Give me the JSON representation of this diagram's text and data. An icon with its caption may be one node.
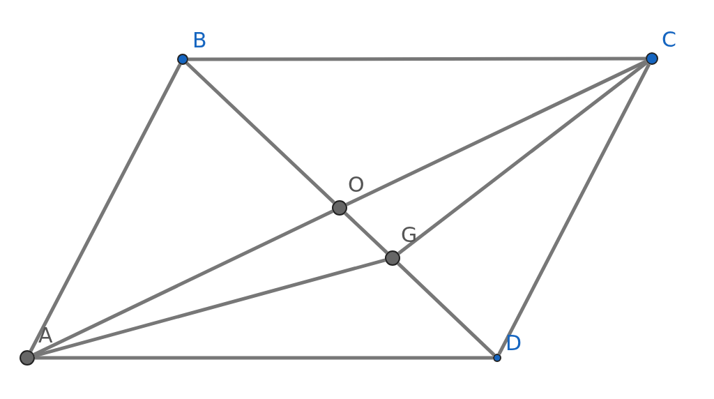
{
  "diagram": {
    "nodes": [
      {
        "text": [
          "B"
        ]
      },
      {
        "text": [
          "C"
        ]
      },
      {
        "text": [
          "O"
        ]
      },
      {
        "text": [
          "G"
        ]
      },
      {
        "text": [
          "A"
        ]
      },
      {
        "text": [
          "D"
        ]
      }
    ],
    "edges": [
      {
        "from": 0,
        "to": 1,
        "arrow": "none"
      },
      {
        "from": 4,
        "to": 0,
        "arrow": "none"
      },
      {
        "from": 1,
        "to": 5,
        "arrow": "none"
      },
      {
        "from": 4,
        "to": 5,
        "arrow": "none"
      },
      {
        "from": 0,
        "to": 2,
        "arrow": "none"
      },
      {
        "from": 2,
        "to": 3,
        "arrow": "none"
      },
      {
        "from": 3,
        "to": 5,
        "arrow": "none"
      },
      {
        "from": 4,
        "to": 2,
        "arrow": "none"
      },
      {
        "from": 2,
        "to": 1,
        "arrow": "none"
      },
      {
        "from": 4,
        "to": 3,
        "arrow": "none"
      },
      {
        "from": 3,
        "to": 1,
        "arrow": "none"
      }
    ]
  }
}
